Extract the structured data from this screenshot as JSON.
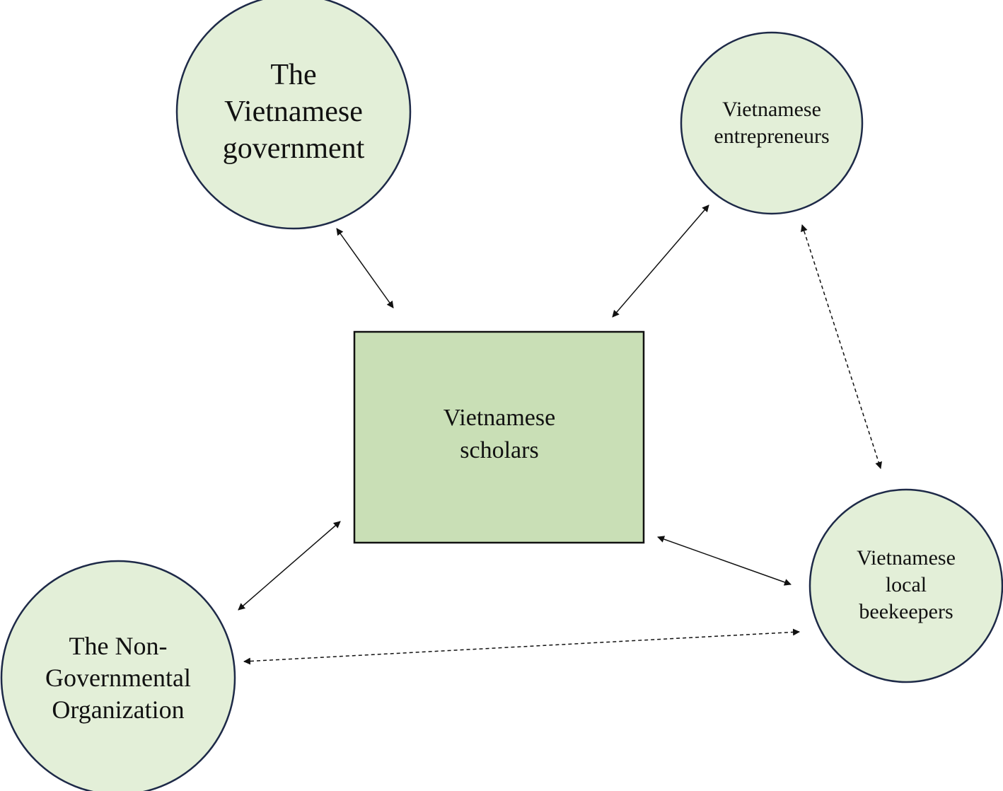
{
  "colors": {
    "circle_fill": "#e3efd8",
    "box_fill": "#c9dfb6",
    "node_stroke": "#1e2a48",
    "edge_stroke": "#111111"
  },
  "nodes": {
    "government": {
      "shape": "circle",
      "lines": [
        "The",
        "Vietnamese",
        "government"
      ]
    },
    "entrepreneurs": {
      "shape": "circle",
      "lines": [
        "Vietnamese",
        "entrepreneurs"
      ]
    },
    "scholars": {
      "shape": "rectangle",
      "lines": [
        "Vietnamese",
        "scholars"
      ]
    },
    "beekeepers": {
      "shape": "circle",
      "lines": [
        "Vietnamese",
        "local",
        "beekeepers"
      ]
    },
    "ngo": {
      "shape": "circle",
      "lines": [
        "The Non-",
        "Governmental",
        "Organization"
      ]
    }
  },
  "edges": [
    {
      "from": "government",
      "to": "scholars",
      "style": "solid",
      "direction": "both"
    },
    {
      "from": "entrepreneurs",
      "to": "scholars",
      "style": "solid",
      "direction": "both"
    },
    {
      "from": "entrepreneurs",
      "to": "beekeepers",
      "style": "dashed",
      "direction": "both"
    },
    {
      "from": "ngo",
      "to": "scholars",
      "style": "solid",
      "direction": "both"
    },
    {
      "from": "scholars",
      "to": "beekeepers",
      "style": "solid",
      "direction": "both"
    },
    {
      "from": "ngo",
      "to": "beekeepers",
      "style": "dashed",
      "direction": "both"
    }
  ]
}
